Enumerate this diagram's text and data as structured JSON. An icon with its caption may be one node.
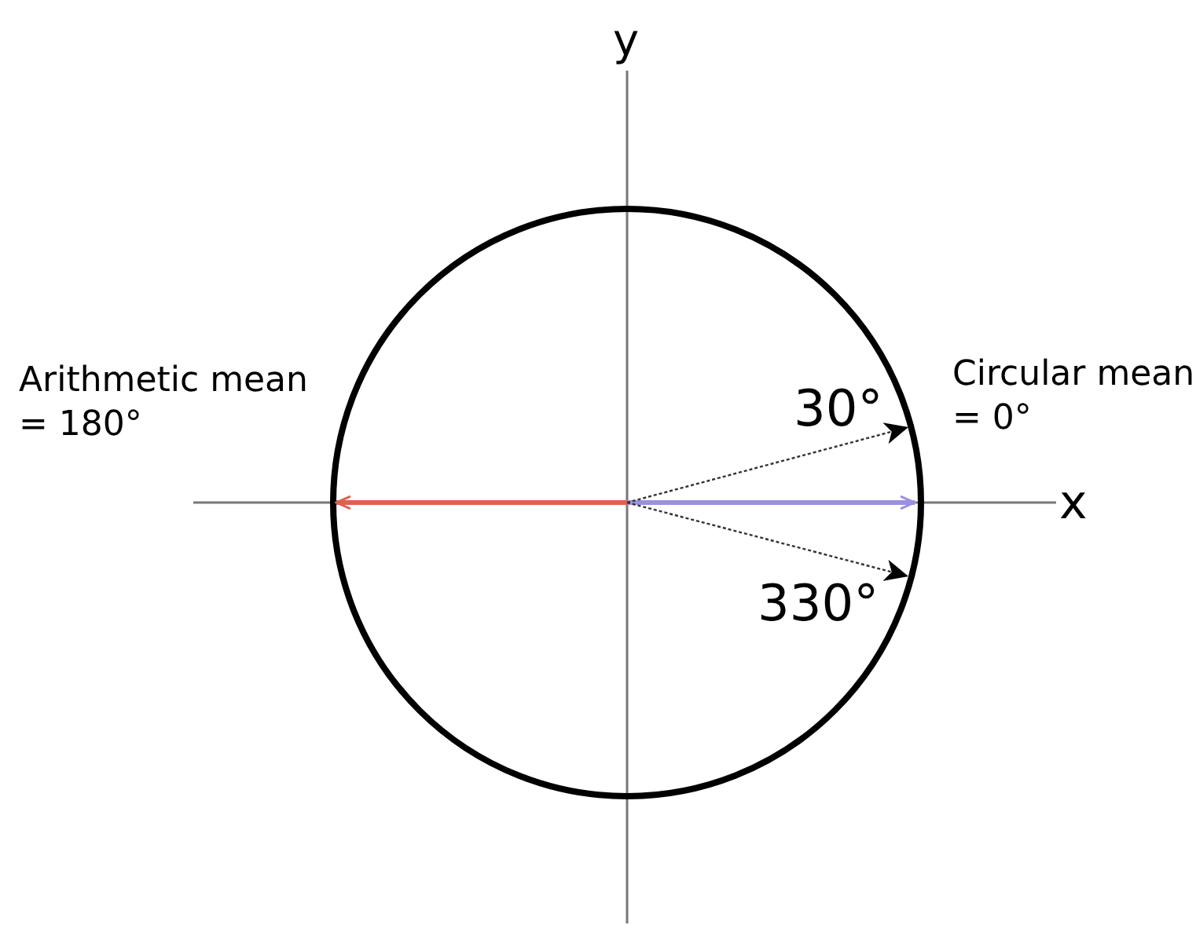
{
  "diagram": {
    "labels": [
      "y",
      "Arithmetic mean = 180°",
      "30°",
      "Circular mean = 0°",
      "x",
      "330°"
    ]
  }
}
